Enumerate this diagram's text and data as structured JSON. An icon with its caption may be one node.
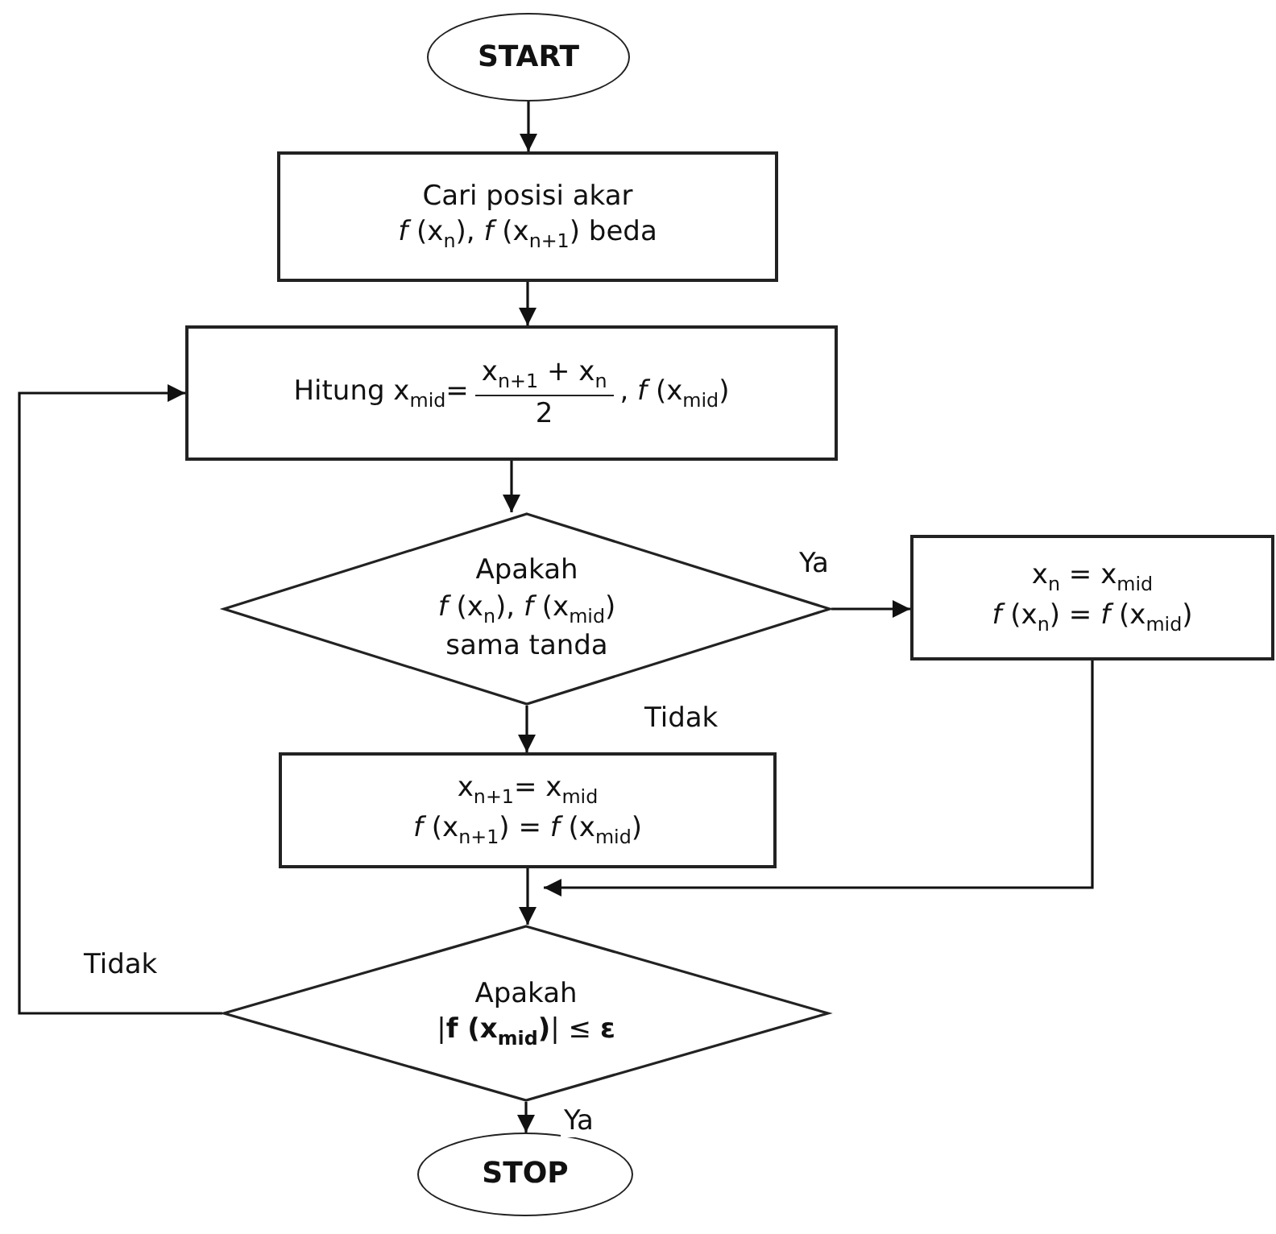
{
  "diagram": {
    "nodes": [
      {
        "text": [
          "START"
        ]
      },
      {
        "text": [
          "Cari posisi akar",
          "*f* (x$_{n}$), *f* (x$_{n+1}$) beda"
        ]
      },
      {
        "text": [
          "Hitung x$_{mid}$=",
          "x$_{n+1}$ + x$_{n}$",
          "2",
          ", *f* (x$_{mid}$)"
        ]
      },
      {
        "text": [
          "Apakah",
          "*f* (x$_{n}$), *f* (x$_{mid}$)",
          "sama tanda"
        ]
      },
      {
        "text": [
          "x$_{n}$ = x$_{mid}$",
          "*f* (x$_{n}$) = *f* (x$_{mid}$)"
        ]
      },
      {
        "text": [
          "x$_{n+1}$= x$_{mid}$",
          "*f* (x$_{n+1}$) = *f* (x$_{mid}$)"
        ]
      },
      {
        "text": [
          "Apakah",
          "|**f (x$_{mid}$)**| ≤ **ε**"
        ]
      },
      {
        "text": [
          "STOP"
        ]
      }
    ],
    "edges": [
      {
        "from": 0,
        "to": 1,
        "arrow": "to"
      },
      {
        "from": 1,
        "to": 2,
        "arrow": "to"
      },
      {
        "from": 2,
        "to": 3,
        "arrow": "to"
      },
      {
        "from": 3,
        "to": 4,
        "arrow": "to",
        "label": "Ya"
      },
      {
        "from": 3,
        "to": 5,
        "arrow": "to",
        "label": "Tidak"
      },
      {
        "from": 5,
        "to": 6,
        "arrow": "to"
      },
      {
        "from": 4,
        "to": 6,
        "arrow": "to"
      },
      {
        "from": 6,
        "to": 2,
        "arrow": "to",
        "label": "Tidak"
      },
      {
        "from": 6,
        "to": 7,
        "arrow": "to",
        "label": "Ya"
      }
    ]
  }
}
